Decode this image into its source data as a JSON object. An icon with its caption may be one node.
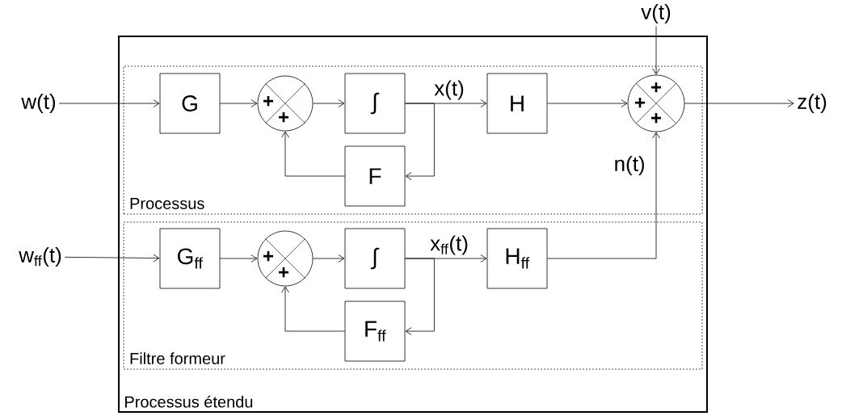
{
  "diagram": {
    "nodes": [
      {
        "text": [
          "Processus étendu"
        ]
      },
      {
        "text": [
          "Processus"
        ],
        "in": 0
      },
      {
        "text": [
          "Filtre formeur"
        ],
        "in": 0
      },
      {
        "text": [
          "w(t)"
        ]
      },
      {
        "text": [
          "G"
        ],
        "in": 1
      },
      {
        "text": [
          "+",
          "+"
        ],
        "in": 1
      },
      {
        "text": [
          "∫"
        ],
        "in": 1
      },
      {
        "text": [
          "F"
        ],
        "in": 1
      },
      {
        "text": [
          "H"
        ],
        "in": 1
      },
      {
        "text": [
          "+",
          "+",
          "+"
        ],
        "in": 1
      },
      {
        "text": [
          "v(t)"
        ]
      },
      {
        "text": [
          "z(t)"
        ]
      },
      {
        "text": [
          "w$_{ff}$(t)"
        ]
      },
      {
        "text": [
          "G$_{ff}$"
        ],
        "in": 2
      },
      {
        "text": [
          "+",
          "+"
        ],
        "in": 2
      },
      {
        "text": [
          "∫"
        ],
        "in": 2
      },
      {
        "text": [
          "F$_{ff}$"
        ],
        "in": 2
      },
      {
        "text": [
          "H$_{ff}$"
        ],
        "in": 2
      }
    ],
    "edges": [
      {
        "from": 3,
        "to": 4,
        "arrow": "to"
      },
      {
        "from": 4,
        "to": 5,
        "arrow": "to"
      },
      {
        "from": 5,
        "to": 6,
        "arrow": "to"
      },
      {
        "from": 6,
        "to": 8,
        "arrow": "to",
        "label": "x(t)"
      },
      {
        "from": 6,
        "to": 7,
        "arrow": "to"
      },
      {
        "from": 7,
        "to": 5,
        "arrow": "to"
      },
      {
        "from": 8,
        "to": 9,
        "arrow": "to"
      },
      {
        "from": 10,
        "to": 9,
        "arrow": "to"
      },
      {
        "from": 9,
        "to": 11,
        "arrow": "to"
      },
      {
        "from": 12,
        "to": 13,
        "arrow": "to"
      },
      {
        "from": 13,
        "to": 14,
        "arrow": "to"
      },
      {
        "from": 14,
        "to": 15,
        "arrow": "to"
      },
      {
        "from": 15,
        "to": 17,
        "arrow": "to",
        "label": "x$_{ff}$(t)"
      },
      {
        "from": 15,
        "to": 16,
        "arrow": "to"
      },
      {
        "from": 16,
        "to": 14,
        "arrow": "to"
      },
      {
        "from": 17,
        "to": 9,
        "arrow": "to",
        "label": "n(t)"
      }
    ]
  }
}
